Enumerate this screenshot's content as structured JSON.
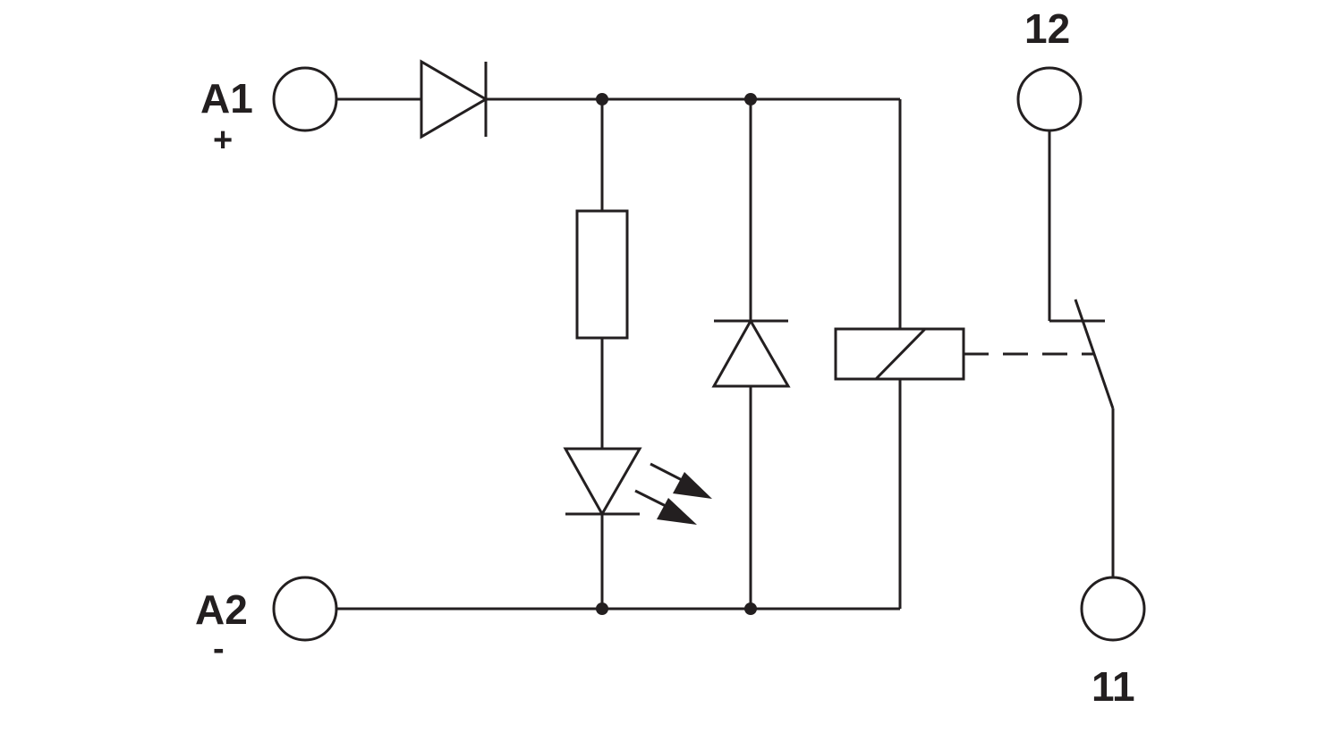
{
  "terminals": {
    "a1": {
      "label": "A1",
      "sign": "+"
    },
    "a2": {
      "label": "A2",
      "sign": "-"
    },
    "t12": {
      "label": "12"
    },
    "t11": {
      "label": "11"
    }
  },
  "colors": {
    "line": "#231f20",
    "background": "#ffffff"
  }
}
